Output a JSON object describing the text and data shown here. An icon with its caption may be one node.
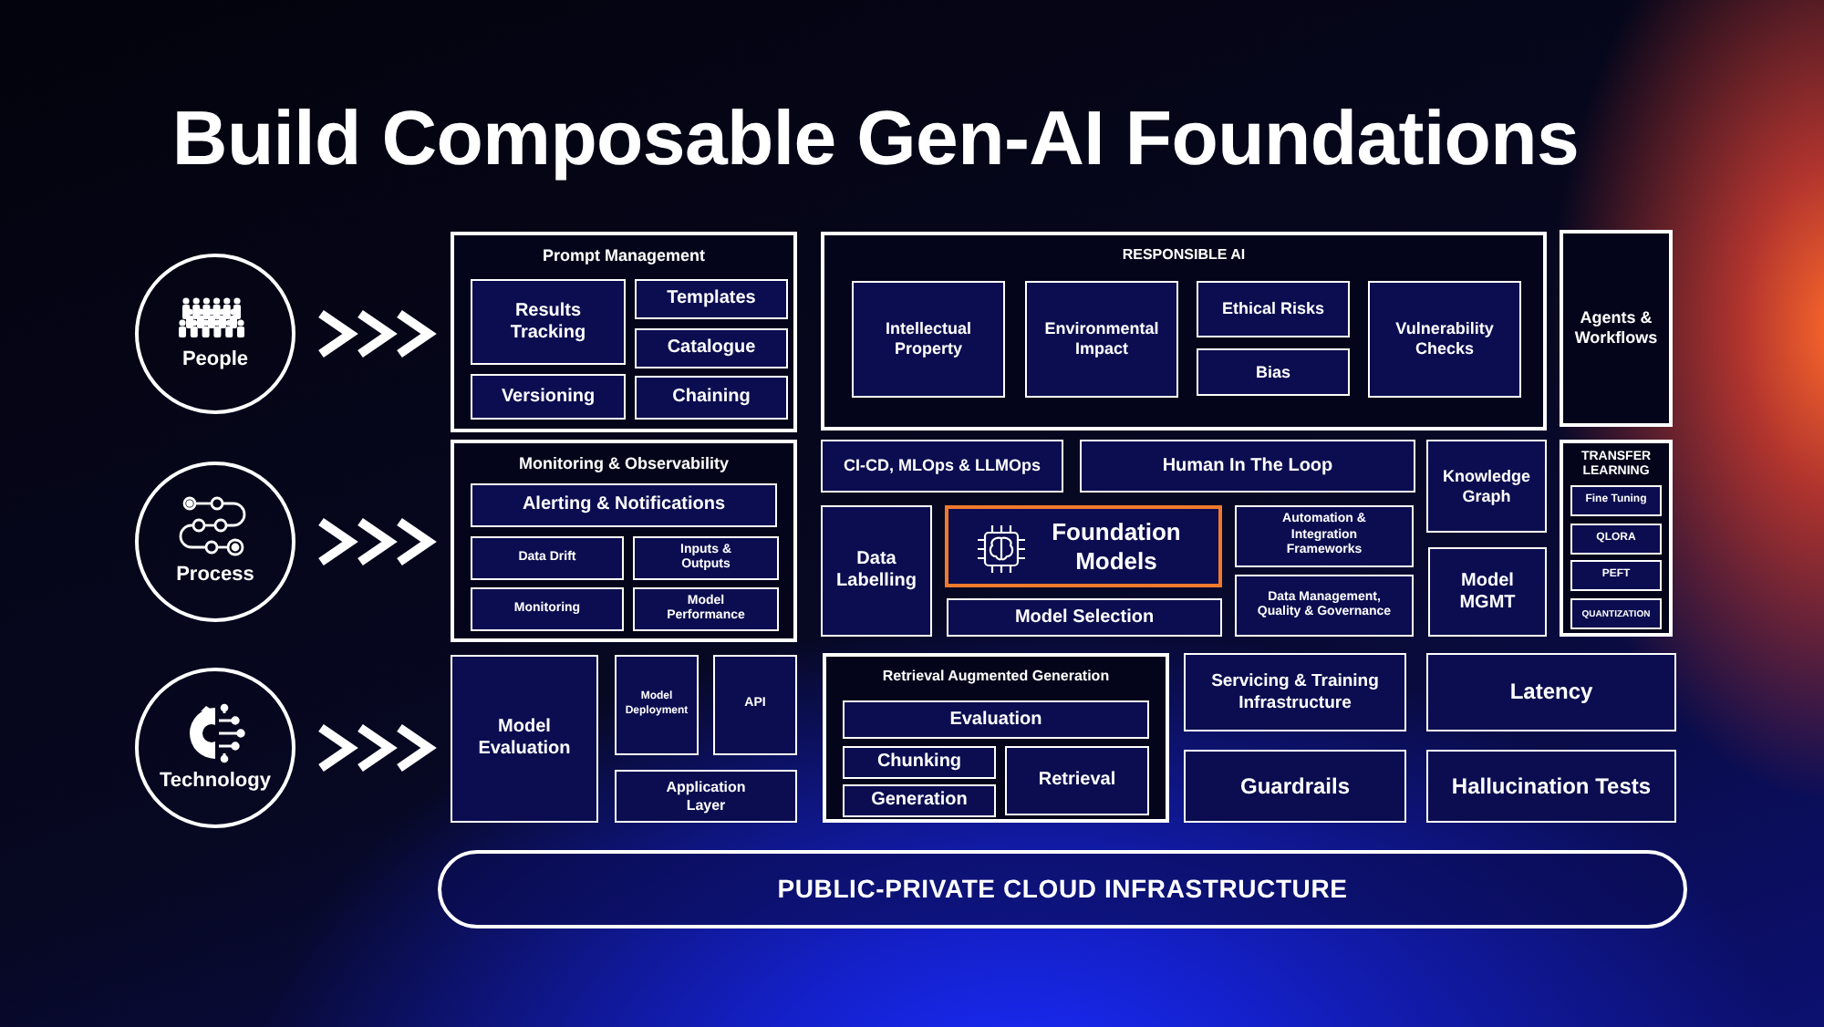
{
  "diagram": {
    "title": "Build Composable Gen-AI Foundations",
    "nodes": [
      {
        "text": [
          "People"
        ]
      },
      {
        "text": [
          "Process"
        ]
      },
      {
        "text": [
          "Technology"
        ]
      },
      {
        "text": [
          "Prompt Management"
        ]
      },
      {
        "text": [
          "Results Tracking"
        ],
        "in": 3
      },
      {
        "text": [
          "Templates"
        ],
        "in": 3
      },
      {
        "text": [
          "Catalogue"
        ],
        "in": 3
      },
      {
        "text": [
          "Versioning"
        ],
        "in": 3
      },
      {
        "text": [
          "Chaining"
        ],
        "in": 3
      },
      {
        "text": [
          "Monitoring & Observability"
        ]
      },
      {
        "text": [
          "Alerting & Notifications"
        ],
        "in": 9
      },
      {
        "text": [
          "Data Drift"
        ],
        "in": 9
      },
      {
        "text": [
          "Inputs & Outputs"
        ],
        "in": 9
      },
      {
        "text": [
          "Monitoring"
        ],
        "in": 9
      },
      {
        "text": [
          "Model Performance"
        ],
        "in": 9
      },
      {
        "text": [
          "Model Evaluation"
        ]
      },
      {
        "text": [
          "Model Deployment"
        ]
      },
      {
        "text": [
          "API"
        ]
      },
      {
        "text": [
          "Application Layer"
        ]
      },
      {
        "text": [
          "RESPONSIBLE AI"
        ]
      },
      {
        "text": [
          "Intellectual Property"
        ],
        "in": 19
      },
      {
        "text": [
          "Environmental Impact"
        ],
        "in": 19
      },
      {
        "text": [
          "Ethical Risks"
        ],
        "in": 19
      },
      {
        "text": [
          "Bias"
        ],
        "in": 19
      },
      {
        "text": [
          "Vulnerability Checks"
        ],
        "in": 19
      },
      {
        "text": [
          "Agents & Workflows"
        ]
      },
      {
        "text": [
          "CI-CD, MLOps & LLMOps"
        ]
      },
      {
        "text": [
          "Human In The Loop"
        ]
      },
      {
        "text": [
          "Knowledge Graph"
        ]
      },
      {
        "text": [
          "TRANSFER LEARNING"
        ]
      },
      {
        "text": [
          "Fine Tuning"
        ],
        "in": 29
      },
      {
        "text": [
          "QLORA"
        ],
        "in": 29
      },
      {
        "text": [
          "PEFT"
        ],
        "in": 29
      },
      {
        "text": [
          "QUANTIZATION"
        ],
        "in": 29
      },
      {
        "text": [
          "Data Labelling"
        ]
      },
      {
        "text": [
          "Foundation Models"
        ]
      },
      {
        "text": [
          "Model Selection"
        ]
      },
      {
        "text": [
          "Automation & Integration Frameworks"
        ]
      },
      {
        "text": [
          "Data Management, Quality & Governance"
        ]
      },
      {
        "text": [
          "Model MGMT"
        ]
      },
      {
        "text": [
          "Retrieval Augmented Generation"
        ]
      },
      {
        "text": [
          "Evaluation"
        ],
        "in": 40
      },
      {
        "text": [
          "Chunking"
        ],
        "in": 40
      },
      {
        "text": [
          "Generation"
        ],
        "in": 40
      },
      {
        "text": [
          "Retrieval"
        ],
        "in": 40
      },
      {
        "text": [
          "Servicing & Training Infrastructure"
        ]
      },
      {
        "text": [
          "Guardrails"
        ]
      },
      {
        "text": [
          "Latency"
        ]
      },
      {
        "text": [
          "Hallucination Tests"
        ]
      },
      {
        "text": [
          "PUBLIC-PRIVATE CLOUD INFRASTRUCTURE"
        ]
      }
    ],
    "edges": [
      {
        "from": 0,
        "to": 3,
        "arrow": "to"
      },
      {
        "from": 1,
        "to": 9,
        "arrow": "to"
      },
      {
        "from": 2,
        "to": 15,
        "arrow": "to"
      }
    ]
  }
}
